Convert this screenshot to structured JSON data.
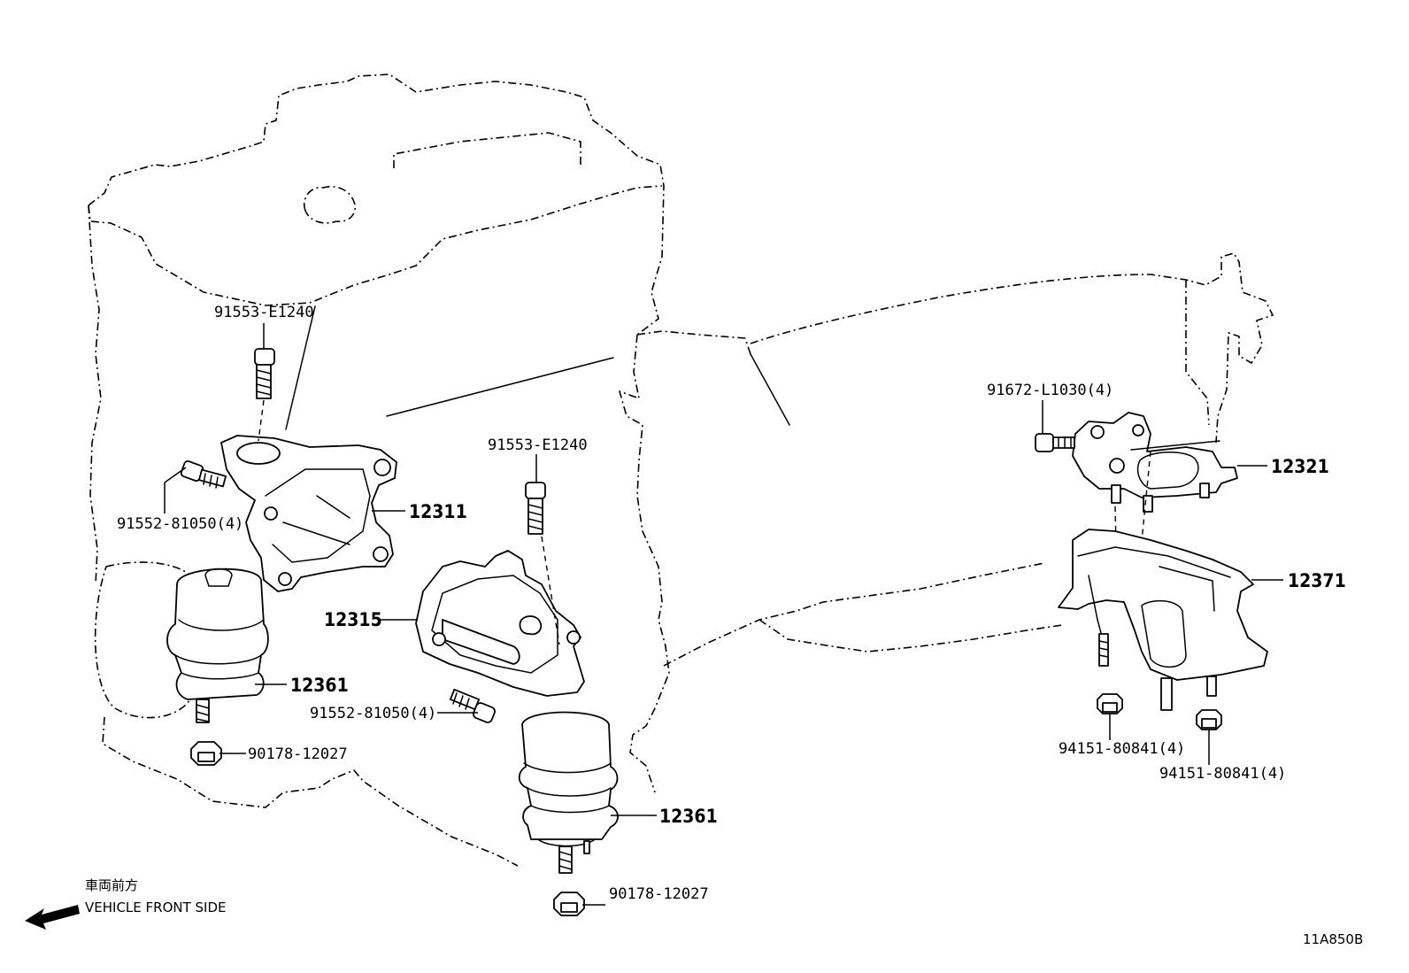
{
  "labels": {
    "bolt_top_left": "91553-E1240",
    "bolt_left": "91552-81050(4)",
    "bracket_left": "12311",
    "bolt_center_top": "91553-E1240",
    "bracket_center": "12315",
    "bolt_center": "91552-81050(4)",
    "insulator_left": "12361",
    "nut_left": "90178-12027",
    "insulator_center": "12361",
    "nut_center": "90178-12027",
    "bolt_right": "91672-L1030(4)",
    "bracket_rear": "12321",
    "member_rear": "12371",
    "nut_rear_1": "94151-80841(4)",
    "nut_rear_2": "94151-80841(4)"
  },
  "direction": {
    "japanese": "車両前方",
    "english": "VEHICLE FRONT SIDE"
  },
  "diagram_code": "11A850B"
}
